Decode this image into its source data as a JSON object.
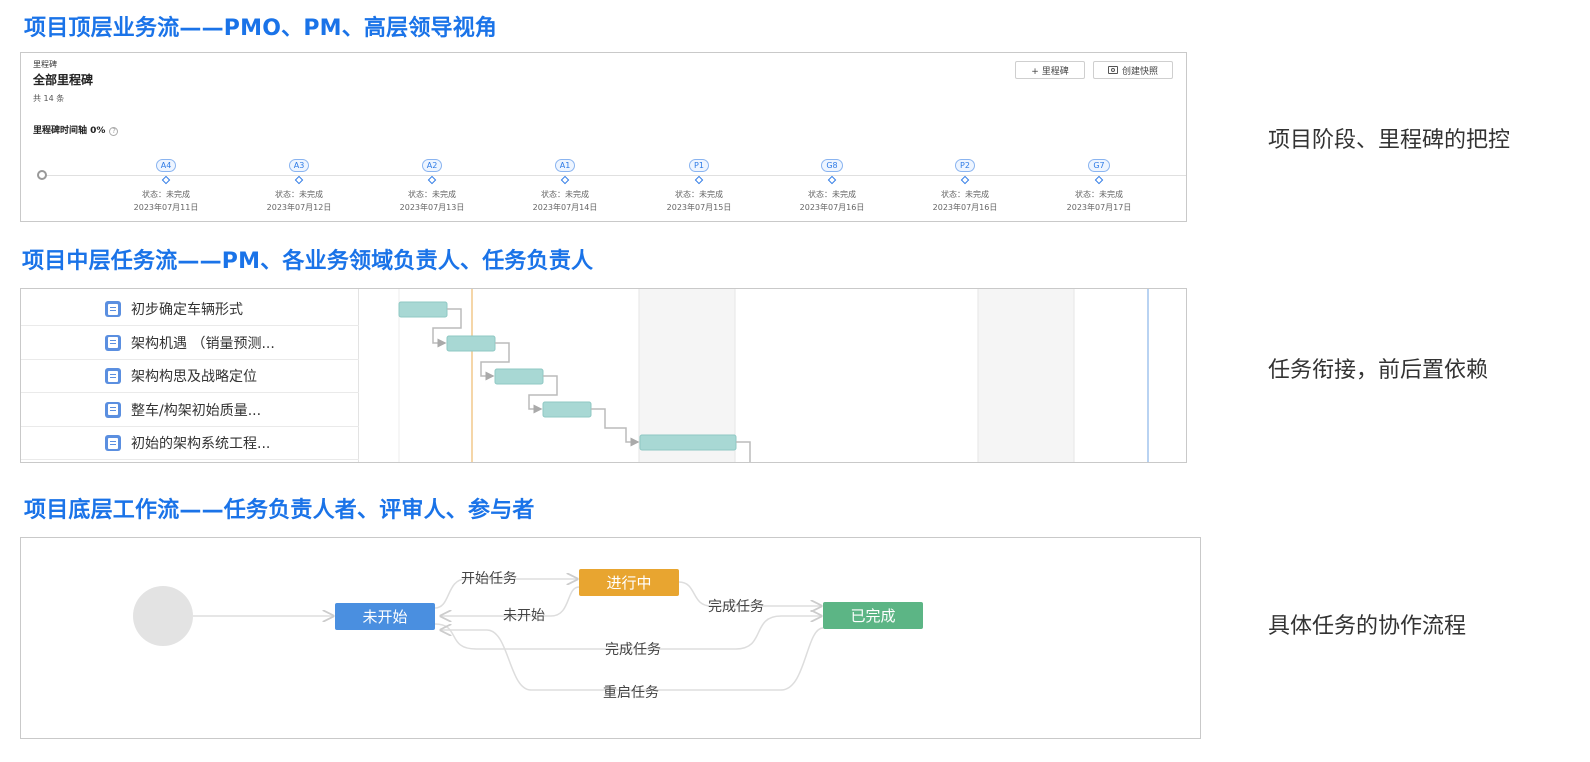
{
  "sections": [
    {
      "title": "项目顶层业务流——PMO、PM、高层领导视角",
      "note": "项目阶段、里程碑的把控"
    },
    {
      "title": "项目中层任务流——PM、各业务领域负责人、任务负责人",
      "note": "任务衔接，前后置依赖"
    },
    {
      "title": "项目底层工作流——任务负责人者、评审人、参与者",
      "note": "具体任务的协作流程"
    }
  ],
  "milestones": {
    "small_label": "里程碑",
    "title": "全部里程碑",
    "count": "共 14 条",
    "add_button": "+ 里程碑",
    "snapshot_button": "创建快照",
    "axis_label": "里程碑时间轴 0%",
    "items": [
      {
        "tag": "A4",
        "status": "状态：未完成",
        "date": "2023年07月11日"
      },
      {
        "tag": "A3",
        "status": "状态：未完成",
        "date": "2023年07月12日"
      },
      {
        "tag": "A2",
        "status": "状态：未完成",
        "date": "2023年07月13日"
      },
      {
        "tag": "A1",
        "status": "状态：未完成",
        "date": "2023年07月14日"
      },
      {
        "tag": "P1",
        "status": "状态：未完成",
        "date": "2023年07月15日"
      },
      {
        "tag": "G8",
        "status": "状态：未完成",
        "date": "2023年07月16日"
      },
      {
        "tag": "P2",
        "status": "状态：未完成",
        "date": "2023年07月16日"
      },
      {
        "tag": "G7",
        "status": "状态：未完成",
        "date": "2023年07月17日"
      }
    ]
  },
  "gantt": {
    "tasks": [
      {
        "label": "初步确定车辆形式"
      },
      {
        "label": "架构机遇 （销量预测..."
      },
      {
        "label": "架构构思及战略定位"
      },
      {
        "label": "整车/构架初始质量..."
      },
      {
        "label": "初始的架构系统工程..."
      }
    ],
    "bar_color": "#a8d8d4",
    "today_line_color": "#f5d6a8"
  },
  "workflow": {
    "states": {
      "not_started": {
        "label": "未开始",
        "color": "#4a8fe0"
      },
      "in_progress": {
        "label": "进行中",
        "color": "#e8a530"
      },
      "done": {
        "label": "已完成",
        "color": "#5cb585"
      }
    },
    "transitions": {
      "start_task": "开始任务",
      "back_to_not_started": "未开始",
      "complete_from_progress": "完成任务",
      "complete_direct": "完成任务",
      "restart_task": "重启任务"
    }
  }
}
